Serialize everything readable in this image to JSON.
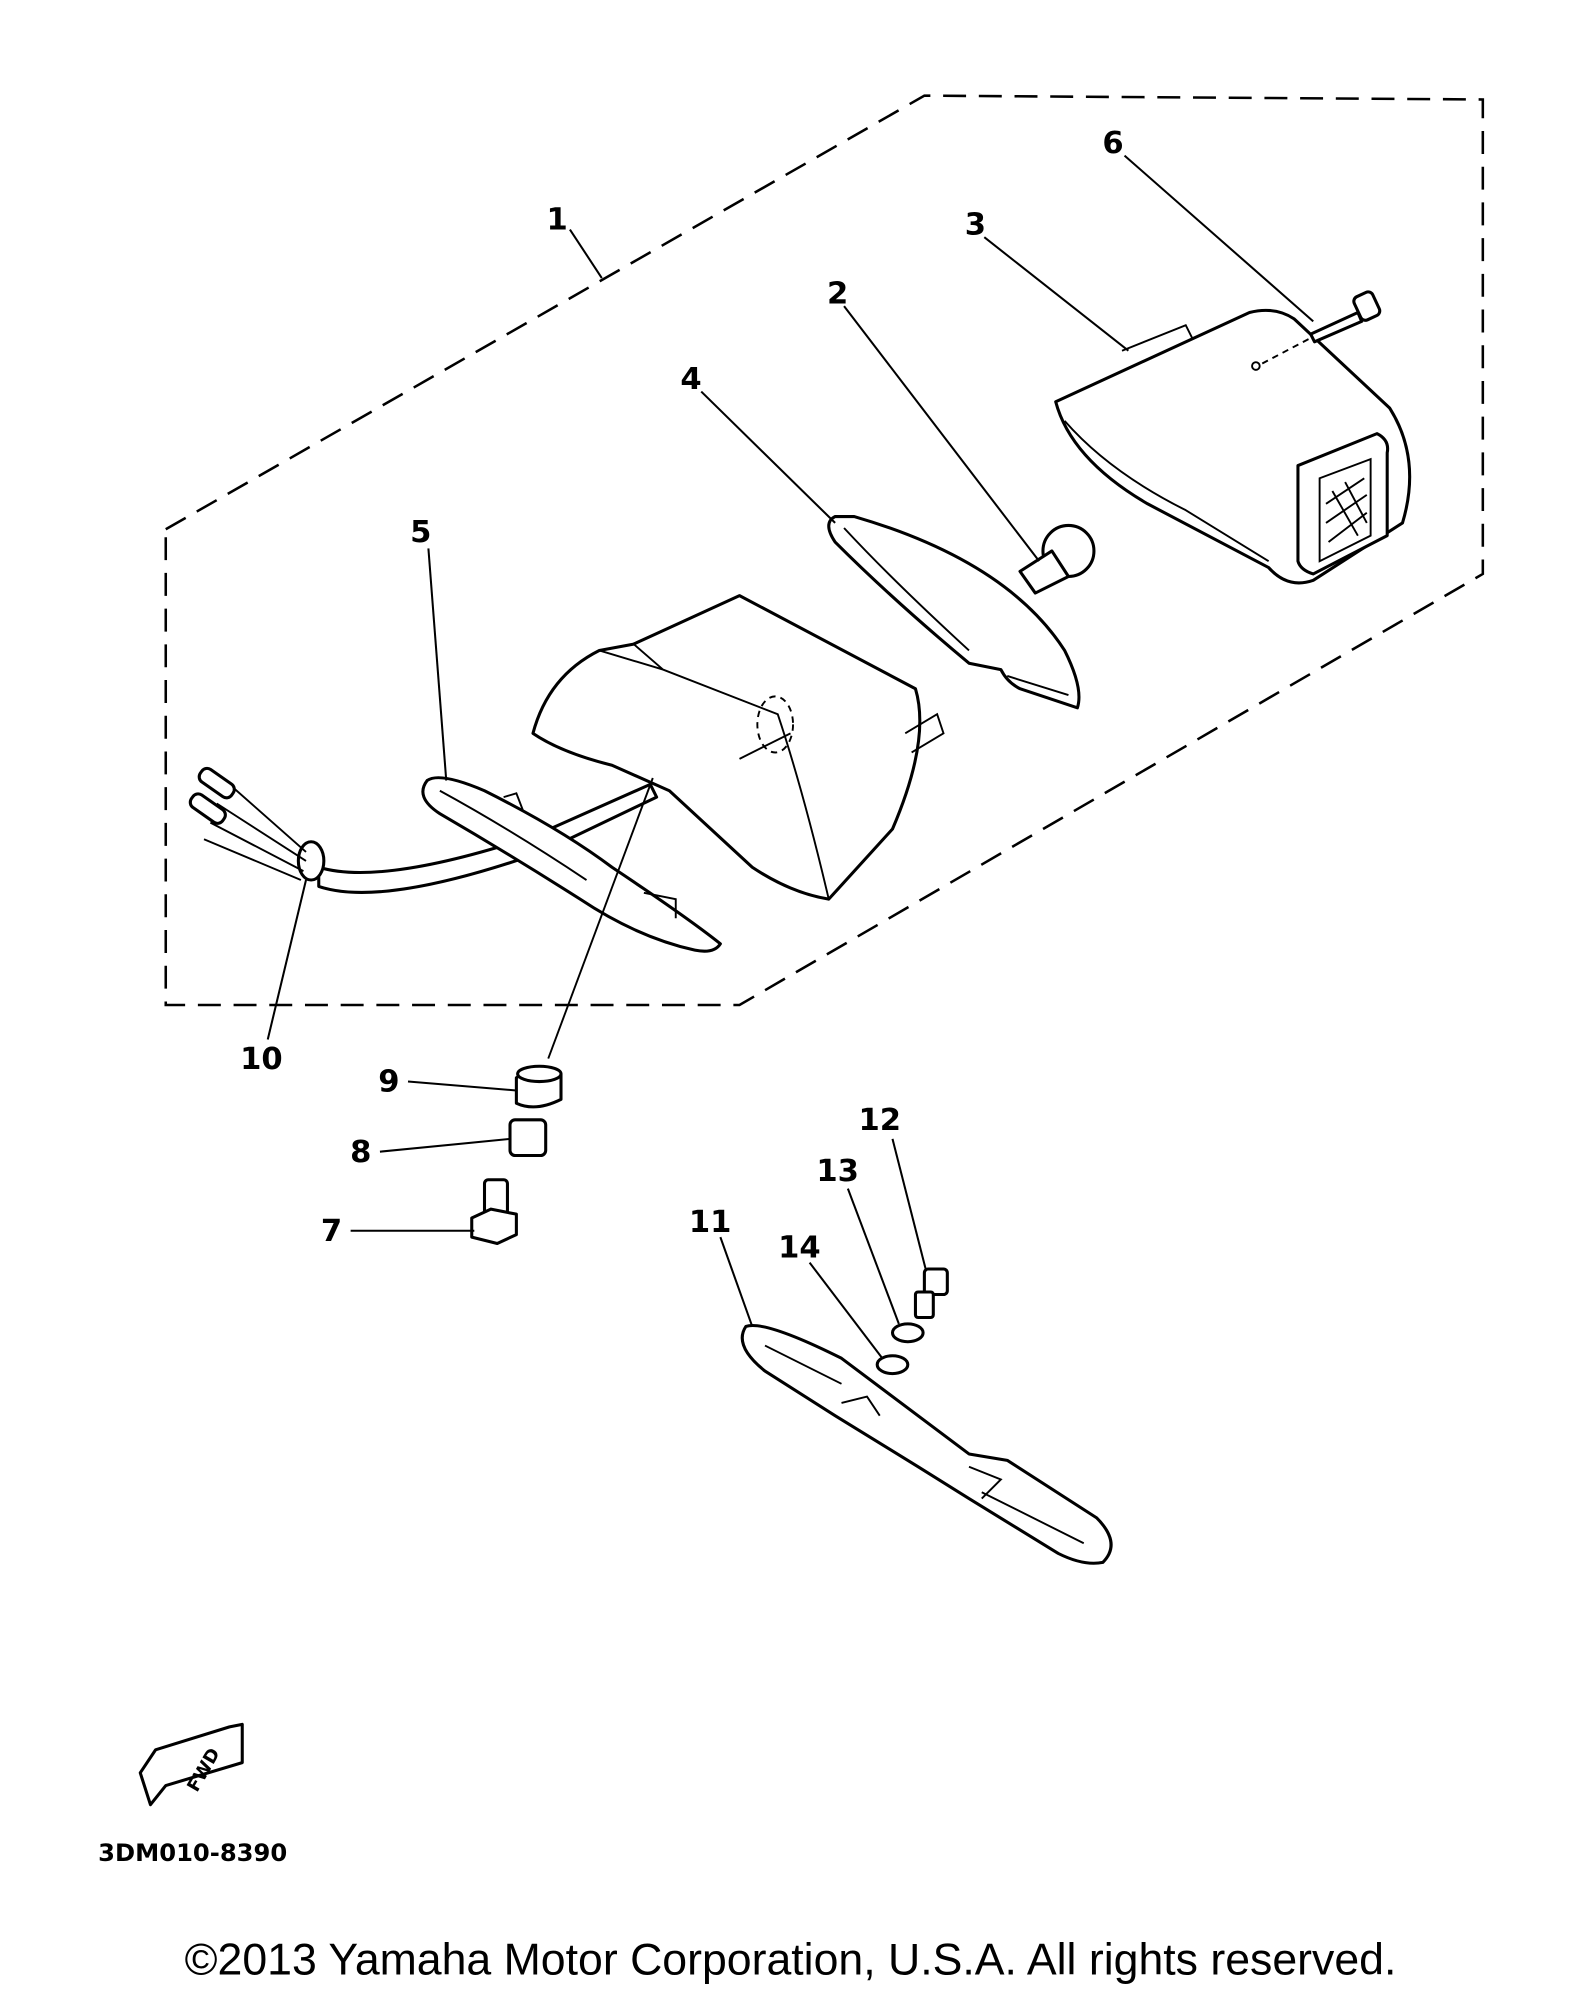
{
  "diagram": {
    "part_labels": {
      "p1": "1",
      "p2": "2",
      "p3": "3",
      "p4": "4",
      "p5": "5",
      "p6": "6",
      "p7": "7",
      "p8": "8",
      "p9": "9",
      "p10": "10",
      "p11": "11",
      "p12": "12",
      "p13": "13",
      "p14": "14"
    },
    "fwd_label": "FWD",
    "diagram_code": "3DM010-8390",
    "copyright": "©2013 Yamaha Motor Corporation, U.S.A. All rights reserved."
  }
}
